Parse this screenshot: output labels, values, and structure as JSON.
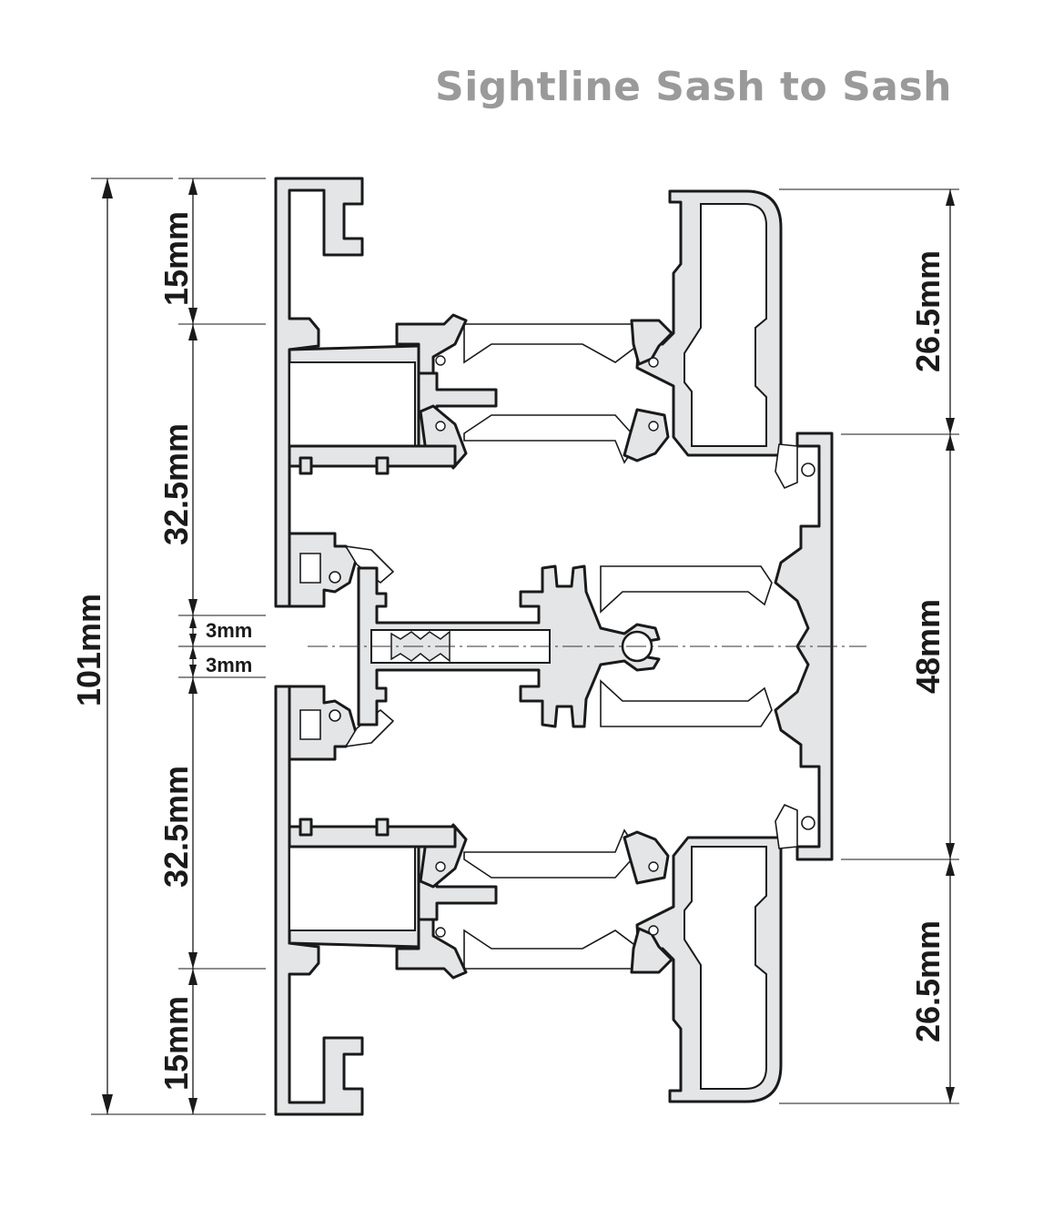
{
  "title": "Sightline Sash to Sash",
  "dimensions": {
    "total": "101mm",
    "left": [
      "15mm",
      "32.5mm",
      "3mm",
      "3mm",
      "32.5mm",
      "15mm"
    ],
    "right": [
      "26.5mm",
      "48mm",
      "26.5mm"
    ]
  },
  "colors": {
    "title": "#9a9a9a",
    "line": "#1a1a1a",
    "profile_fill": "#e4e5e6"
  }
}
